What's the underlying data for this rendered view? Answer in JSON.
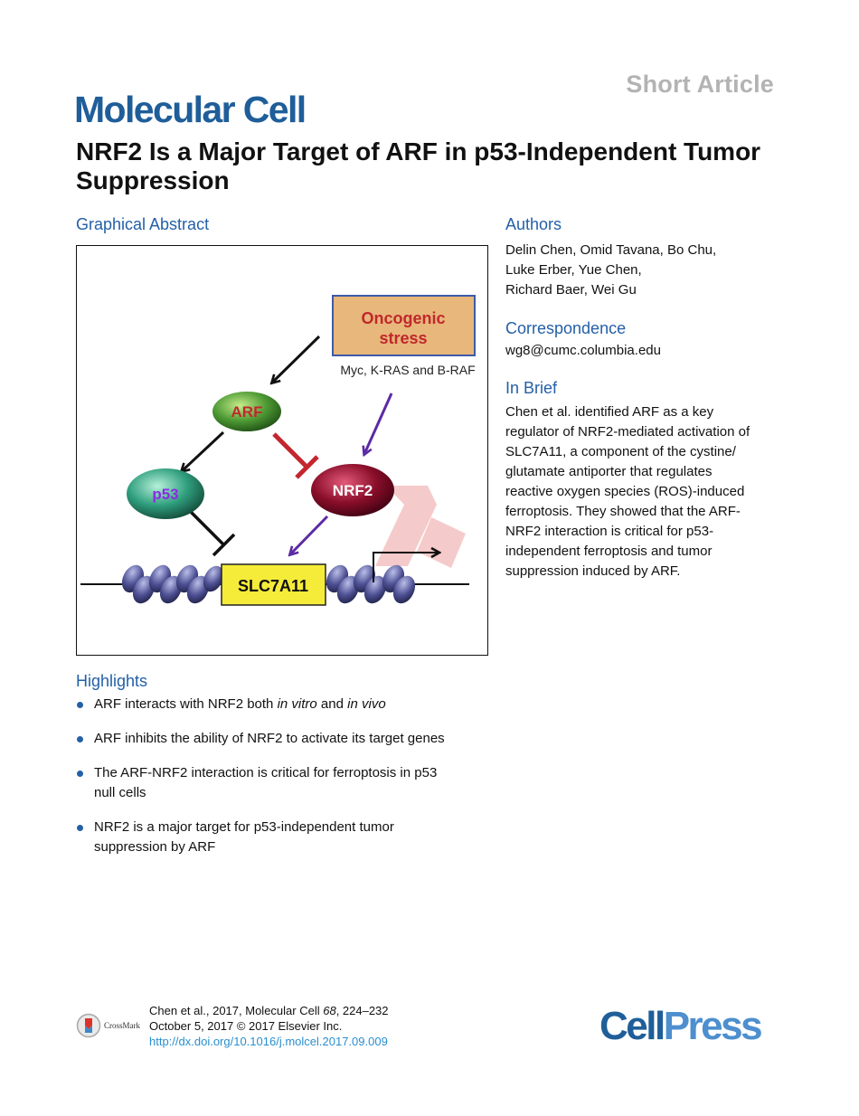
{
  "header": {
    "article_type": "Short Article",
    "journal": "Molecular Cell",
    "title": "NRF2 Is a Major Target of ARF in p53-Independent Tumor Suppression"
  },
  "graphical_abstract": {
    "label": "Graphical Abstract",
    "nodes": {
      "oncogenic_line1": "Oncogenic",
      "oncogenic_line2": "stress",
      "oncogenes": "Myc, K-RAS and B-RAF",
      "arf": "ARF",
      "p53": "p53",
      "nrf2": "NRF2",
      "slc7a11": "SLC7A11"
    },
    "colors": {
      "stress_box": "#e8b77b",
      "stress_border": "#3d5aa8",
      "stress_text": "#c0282d",
      "arf_node": "#4e9a34",
      "arf_text": "#c0282d",
      "p53_node": "#2f9e7d",
      "p53_text": "#8a2be2",
      "nrf2_node": "#8a0e2a",
      "slc7a11_box": "#f5ec3a",
      "inhibit_red": "#c4262e",
      "arrow_purple": "#5b2aa5",
      "nucleosome": "#4c4f92"
    }
  },
  "authors": {
    "label": "Authors",
    "lines": [
      "Delin Chen, Omid Tavana, Bo Chu,",
      "Luke Erber, Yue Chen,",
      "Richard Baer, Wei Gu"
    ]
  },
  "correspondence": {
    "label": "Correspondence",
    "email": "wg8@cumc.columbia.edu"
  },
  "in_brief": {
    "label": "In Brief",
    "lines": [
      "Chen et al. identified ARF as a key",
      "regulator of NRF2-mediated activation of",
      "SLC7A11, a component of the cystine/",
      "glutamate antiporter that regulates",
      "reactive oxygen species (ROS)-induced",
      "ferroptosis. They showed that the ARF-",
      "NRF2 interaction is critical for p53-",
      "independent ferroptosis and tumor",
      "suppression induced by ARF."
    ]
  },
  "highlights": {
    "label": "Highlights",
    "items": [
      {
        "pre": "ARF interacts with NRF2 both ",
        "em1": "in vitro",
        "mid": " and ",
        "em2": "in vivo"
      },
      {
        "text": "ARF inhibits the ability of NRF2 to activate its target genes"
      },
      {
        "line1": "The ARF-NRF2 interaction is critical for ferroptosis in p53",
        "line2": "null cells"
      },
      {
        "line1": "NRF2 is a major target for p53-independent tumor",
        "line2": "suppression by ARF"
      }
    ]
  },
  "footer": {
    "crossmark": "CrossMark",
    "citation_pre": "Chen et al., 2017, Molecular Cell ",
    "volume": "68",
    "pages": ", 224–232",
    "date_line": "October 5, 2017 © 2017 Elsevier Inc.",
    "doi": "http://dx.doi.org/10.1016/j.molcel.2017.09.009",
    "publisher_part1": "Cell",
    "publisher_part2": "Press"
  }
}
